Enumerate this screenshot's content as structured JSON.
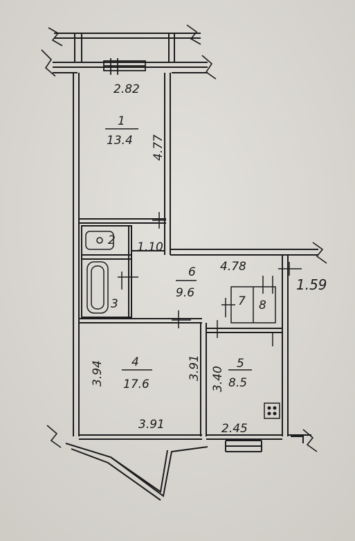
{
  "rooms": [
    {
      "number": "1",
      "area": "13.4"
    },
    {
      "number": "2"
    },
    {
      "number": "3"
    },
    {
      "number": "4",
      "area": "17.6"
    },
    {
      "number": "5",
      "area": "8.5"
    },
    {
      "number": "6",
      "area": "9.6"
    },
    {
      "number": "7"
    },
    {
      "number": "8"
    }
  ],
  "dimensions": {
    "room1_width": "2.82",
    "room1_length": "4.77",
    "closet_label": "1.10",
    "hall_length": "4.78",
    "hall_side": "1.59",
    "room4_left": "3.94",
    "room4_right": "3.91",
    "room4_bottom": "3.91",
    "room5_left": "3.40",
    "room5_bottom": "2.45"
  },
  "colors": {
    "paper": "#dcdad5",
    "ink": "#1c1c1e"
  }
}
